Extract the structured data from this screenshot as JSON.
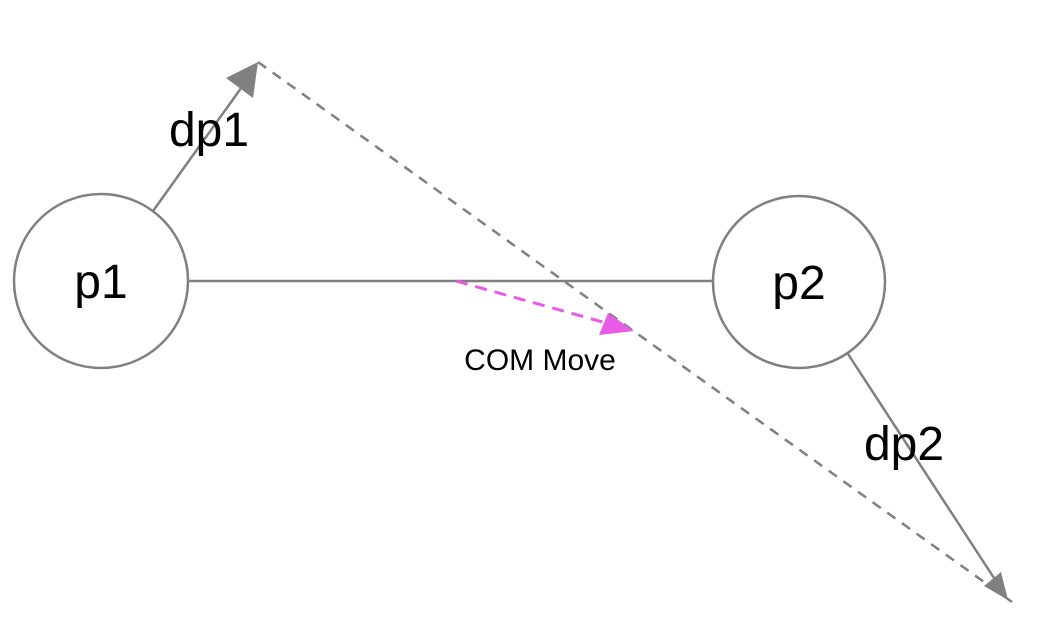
{
  "diagram": {
    "nodes": {
      "p1": {
        "label": "p1"
      },
      "p2": {
        "label": "p2"
      }
    },
    "edges": {
      "dp1": {
        "label": "dp1"
      },
      "dp2": {
        "label": "dp2"
      }
    },
    "com": {
      "label": "COM Move"
    }
  },
  "colors": {
    "stroke": "#808080",
    "com_arrow": "#e75be7",
    "text": "#000000",
    "background": "#ffffff"
  }
}
